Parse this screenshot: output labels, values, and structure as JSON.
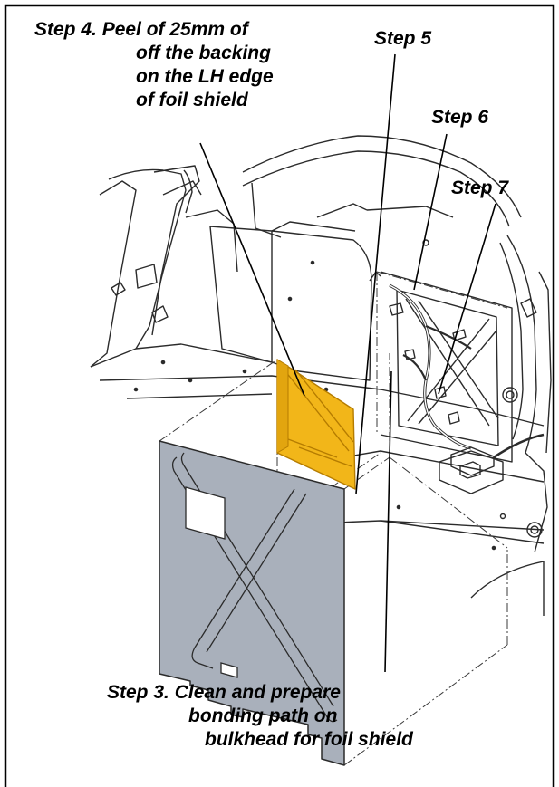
{
  "labels": {
    "step4": [
      "Step 4. Peel of 25mm of",
      "off the backing",
      "on the LH edge",
      "of foil shield"
    ],
    "step5": "Step 5",
    "step6": "Step 6",
    "step7": "Step 7",
    "step3": [
      "Step 3. Clean and prepare",
      "bonding path on",
      "bulkhead for foil shield"
    ]
  },
  "colors": {
    "foil_shield_installed": "#f2b619",
    "foil_shield_installed_edge": "#b57c00",
    "foil_shield_panel": "#a9b0bb",
    "frame": "#000000",
    "line_art": "#2b2b2b"
  }
}
